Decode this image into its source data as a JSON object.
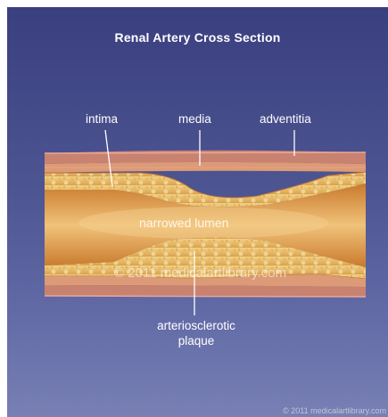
{
  "title": "Renal Artery Cross Section",
  "labels": {
    "intima": "intima",
    "media": "media",
    "adventitia": "adventitia",
    "lumen": "narrowed lumen",
    "plaque_line1": "arteriosclerotic",
    "plaque_line2": "plaque"
  },
  "watermark_center": "© 2011 medicalartlibrary.com",
  "watermark_bottom": "© 2011 medicalartlibrary.com",
  "colors": {
    "background": "#4d5592",
    "adventitia": "#c98270",
    "media": "#d99a72",
    "plaque": "#e9c26a",
    "lumen": "#d8872e"
  }
}
